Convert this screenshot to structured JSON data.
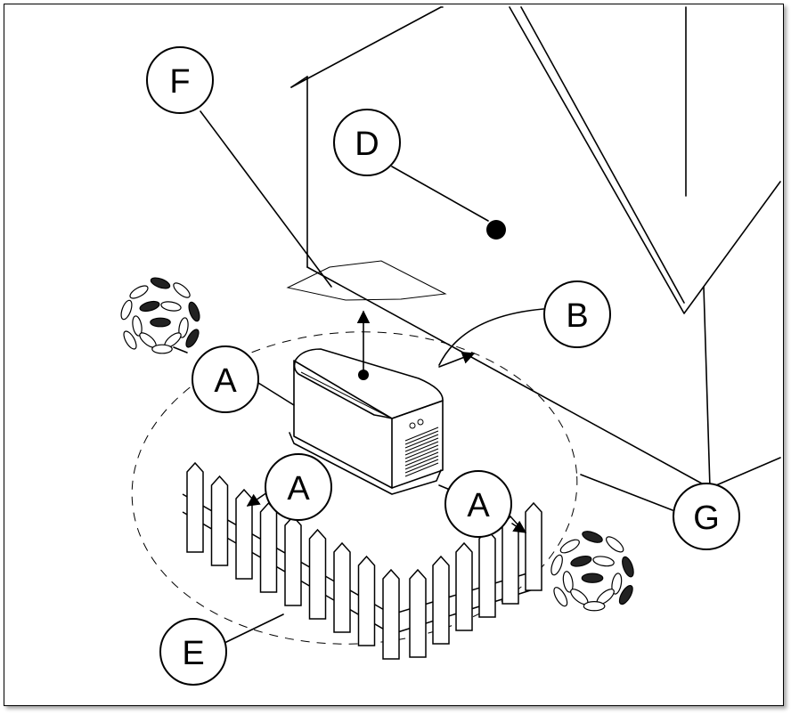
{
  "callouts": {
    "f": "F",
    "d": "D",
    "b": "B",
    "a1": "A",
    "a2": "A",
    "a3": "A",
    "g": "G",
    "e": "E"
  },
  "colors": {
    "ink": "#000000",
    "paper": "#ffffff"
  }
}
